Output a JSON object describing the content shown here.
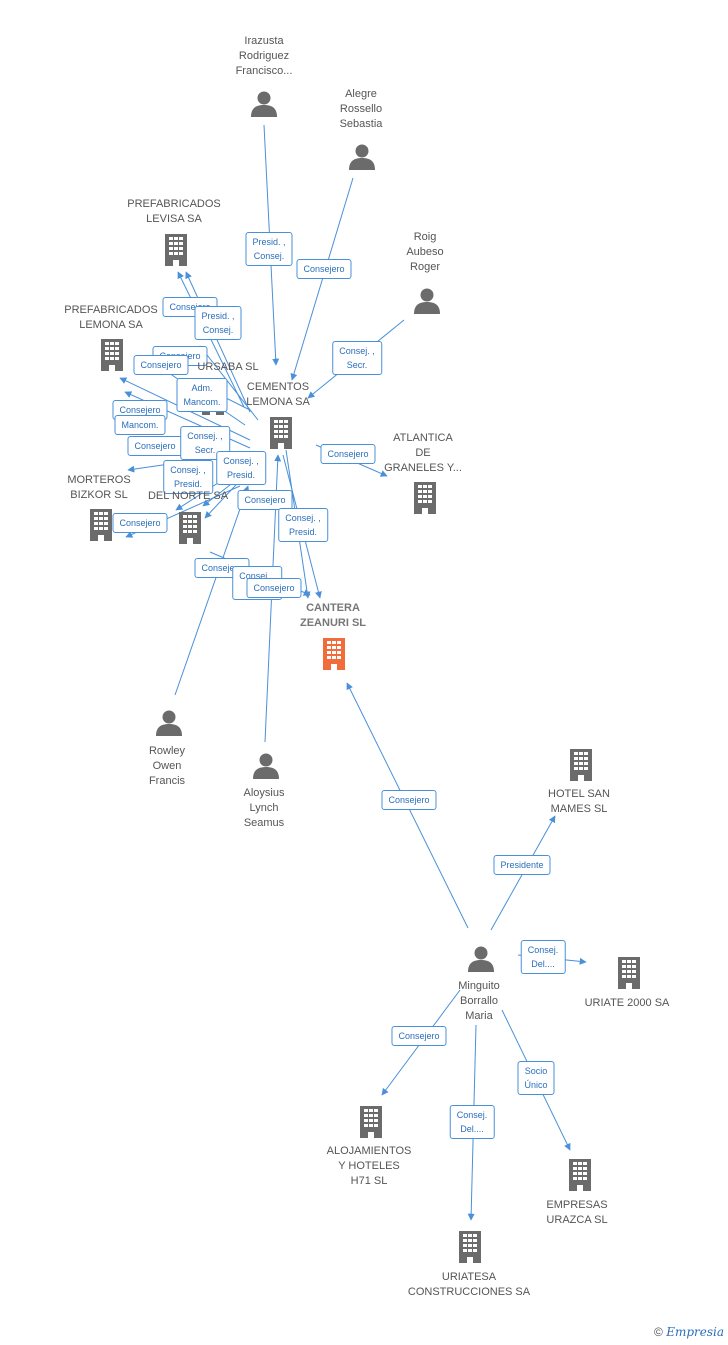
{
  "colors": {
    "edge": "#4a90d9",
    "icon": "#6b6b6b",
    "main_icon": "#f26b3a",
    "label_text": "#2a6ebb"
  },
  "footer": {
    "copyright": "©",
    "brand": "Empresia"
  },
  "nodes": [
    {
      "id": "irazusta",
      "type": "person",
      "label": "Irazusta\nRodriguez\nFrancisco..."
    },
    {
      "id": "alegre",
      "type": "person",
      "label": "Alegre\nRossello\nSebastia"
    },
    {
      "id": "roig",
      "type": "person",
      "label": "Roig\nAubeso\nRoger"
    },
    {
      "id": "prefa_levisa",
      "type": "company",
      "label": "PREFABRICADOS\nLEVISA SA"
    },
    {
      "id": "prefa_lemona",
      "type": "company",
      "label": "PREFABRICADOS\nLEMONA SA"
    },
    {
      "id": "ursaba",
      "type": "company",
      "label": "URSABA SL"
    },
    {
      "id": "cementos",
      "type": "company",
      "label": "CEMENTOS\nLEMONA SA"
    },
    {
      "id": "atlantica",
      "type": "company",
      "label": "ATLANTICA\nDE\nGRANELES Y..."
    },
    {
      "id": "morteros",
      "type": "company",
      "label": "MORTEROS\nBIZKOR SL"
    },
    {
      "id": "delnorte",
      "type": "company",
      "label": "DEL NORTE SA"
    },
    {
      "id": "cantera",
      "type": "main",
      "label": "CANTERA\nZEANURI SL"
    },
    {
      "id": "rowley",
      "type": "person",
      "label": "Rowley\nOwen\nFrancis"
    },
    {
      "id": "aloysius",
      "type": "person",
      "label": "Aloysius\nLynch\nSeamus"
    },
    {
      "id": "hotel_san",
      "type": "company",
      "label": "HOTEL SAN\nMAMES  SL"
    },
    {
      "id": "minguito",
      "type": "person",
      "label": "Minguito\nBorrallo\nMaria"
    },
    {
      "id": "uriate",
      "type": "company",
      "label": "URIATE 2000 SA"
    },
    {
      "id": "alojamientos",
      "type": "company",
      "label": "ALOJAMIENTOS\nY HOTELES\nH71 SL"
    },
    {
      "id": "empresas",
      "type": "company",
      "label": "EMPRESAS\nURAZCA SL"
    },
    {
      "id": "uriatesa",
      "type": "company",
      "label": "URIATESA\nCONSTRUCCIONES SA"
    }
  ],
  "edges": [
    {
      "from": "irazusta",
      "to": "cementos",
      "label": "Presid. ,\nConsej."
    },
    {
      "from": "alegre",
      "to": "cementos",
      "label": "Consejero"
    },
    {
      "from": "roig",
      "to": "cementos",
      "label": "Consej. ,\nSecr."
    },
    {
      "from": "cementos",
      "to": "atlantica",
      "label": "Consejero"
    },
    {
      "from": "cementos",
      "to": "prefa_levisa",
      "label": "Consejero"
    },
    {
      "from": "cementos",
      "to": "prefa_levisa",
      "label": "Presid. ,\nConsej."
    },
    {
      "from": "cementos",
      "to": "ursaba",
      "label": "Consejero"
    },
    {
      "from": "cementos",
      "to": "prefa_lemona",
      "label": "Consejero"
    },
    {
      "from": "cementos",
      "to": "ursaba",
      "label": "Adm.\nMancom."
    },
    {
      "from": "cementos",
      "to": "prefa_lemona",
      "label": "Consejero"
    },
    {
      "from": "cementos",
      "to": "prefa_lemona",
      "label": "Mancom."
    },
    {
      "from": "cementos",
      "to": "morteros",
      "label": "Consejero"
    },
    {
      "from": "cementos",
      "to": "morteros",
      "label": "Consej. ,\nSecr."
    },
    {
      "from": "cementos",
      "to": "delnorte",
      "label": "Consej. ,\nPresid."
    },
    {
      "from": "cementos",
      "to": "delnorte",
      "label": "Consej. ,\nPresid."
    },
    {
      "from": "cementos",
      "to": "cantera",
      "label": "Consejero"
    },
    {
      "from": "cementos",
      "to": "cantera",
      "label": "Consej. ,\nPresid."
    },
    {
      "from": "cementos",
      "to": "morteros",
      "label": "Consejero"
    },
    {
      "from": "delnorte",
      "to": "cantera",
      "label": "Consejero"
    },
    {
      "from": "rowley",
      "to": "cantera",
      "label": "Consej. ,\nSecr."
    },
    {
      "from": "aloysius",
      "to": "cantera",
      "label": "Consejero"
    },
    {
      "from": "minguito",
      "to": "cantera",
      "label": "Consejero"
    },
    {
      "from": "minguito",
      "to": "hotel_san",
      "label": "Presidente"
    },
    {
      "from": "minguito",
      "to": "uriate",
      "label": "Consej.\nDel...."
    },
    {
      "from": "minguito",
      "to": "alojamientos",
      "label": "Consejero"
    },
    {
      "from": "minguito",
      "to": "empresas",
      "label": "Socio\nÚnico"
    },
    {
      "from": "minguito",
      "to": "uriatesa",
      "label": "Consej.\nDel...."
    }
  ]
}
